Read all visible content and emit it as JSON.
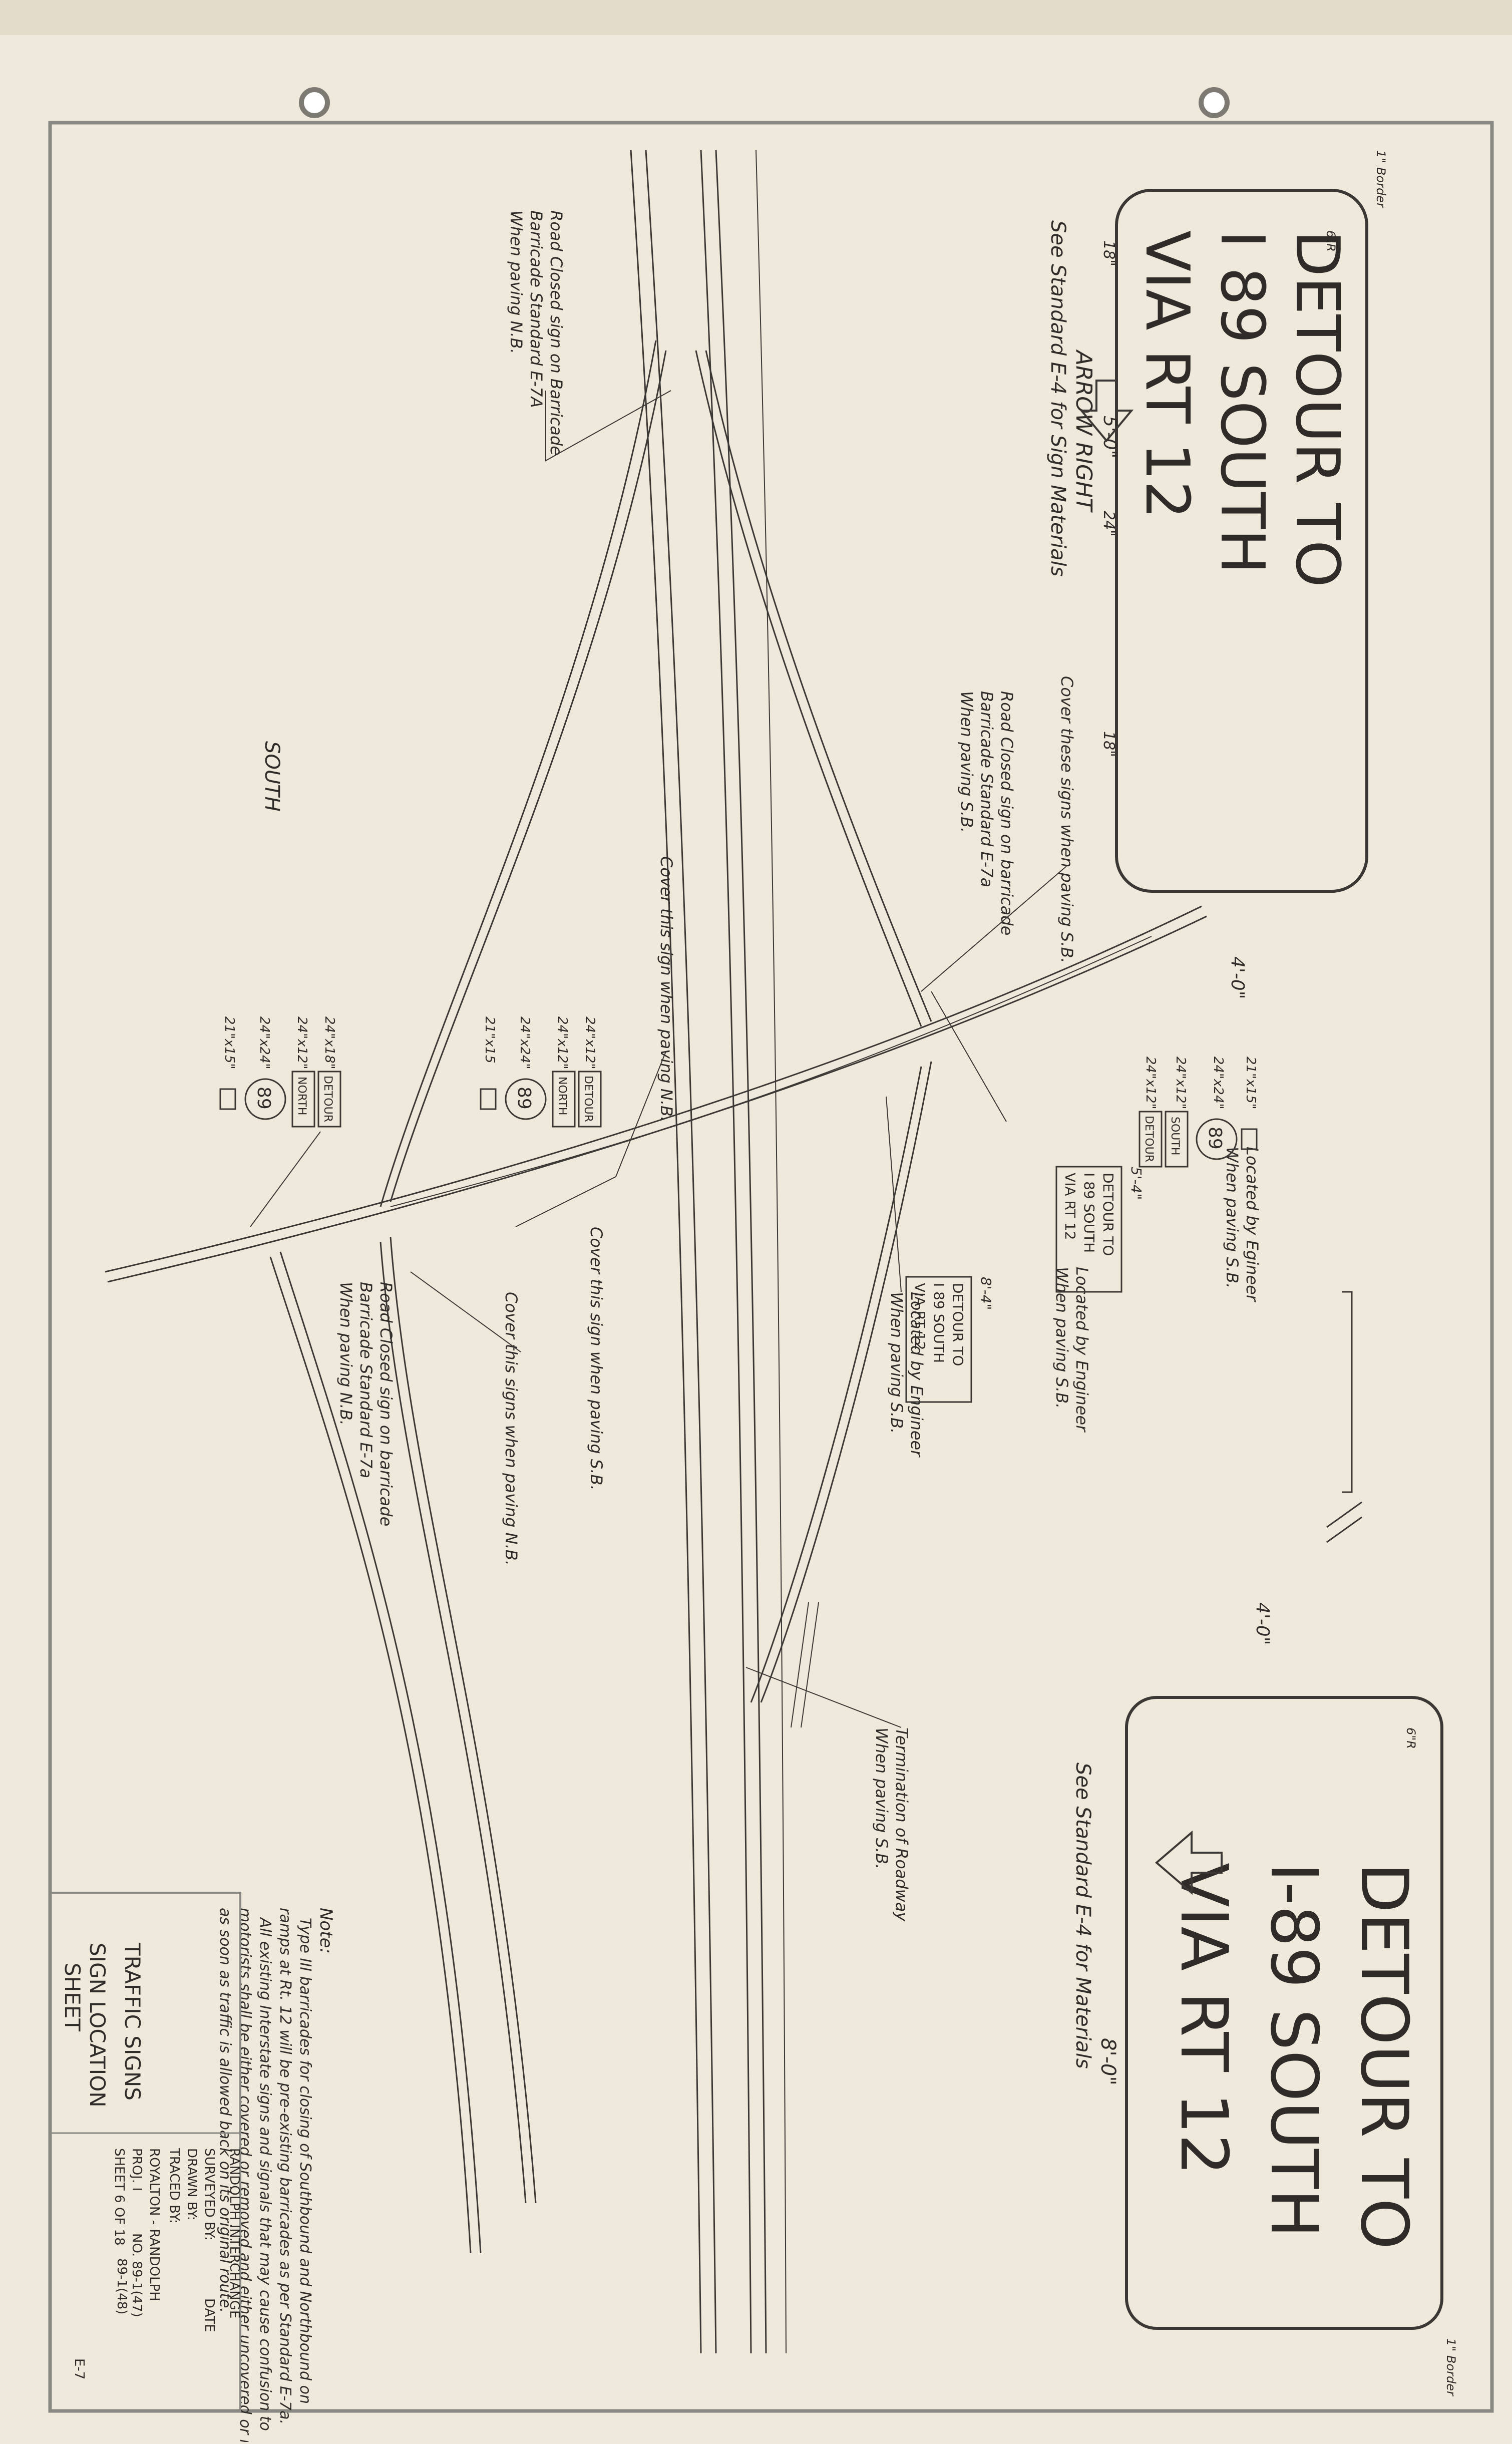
{
  "sign_top": {
    "lines": [
      "DETOUR TO",
      "I 89 SOUTH",
      "VIA RT 12"
    ],
    "caption": "ARROW RIGHT",
    "materials": "See Standard E-4 for Sign Materials",
    "width": "5'-0\"",
    "height": "4'-0\"",
    "dim_18a": "18\"",
    "dim_24": "24\"",
    "dim_18b": "18\"",
    "border": "1\" Border",
    "corner": "6\"R"
  },
  "sign_bottom": {
    "lines": [
      "DETOUR TO",
      "I-89 SOUTH",
      "VIA RT 12"
    ],
    "materials": "See Standard E-4 for Materials",
    "width": "8'-0\"",
    "height": "4'-0\"",
    "border": "1\" Border",
    "corner": "6\"R"
  },
  "notes": {
    "road_closed_nb_top": [
      "Road Closed sign on Barricade",
      "Barricade Standard E-7A",
      "When paving N.B."
    ],
    "road_closed_sb": [
      "Road Closed sign on barricade",
      "Barricade Standard E-7a",
      "When paving S.B."
    ],
    "cover_sb_top": "Cover these signs when paving S.B.",
    "cover_nb_mid": "Cover this sign when paving N.B.",
    "cover_sb_mid": "Cover this sign when paving S.B.",
    "cover_nb_low": "Cover this signs when paving N.B.",
    "road_closed_nb_low": [
      "Road Closed sign on barricade",
      "Barricade Standard E-7a",
      "When paving N.B."
    ],
    "located_engineer_1": [
      "Located by Egineer",
      "When paving S.B."
    ],
    "located_engineer_2": [
      "Located by Engineer",
      "When paving S.B."
    ],
    "located_engineer_3": [
      "Located by Engineer",
      "When paving S.B."
    ],
    "termination": [
      "Termination of Roadway",
      "When paving S.B."
    ],
    "pencil_south": "SOUTH"
  },
  "assemblies": {
    "right": {
      "sizes": [
        "24\"x24\"",
        "24\"x12\"",
        "24\"x12\"",
        "21\"x15\""
      ],
      "detour": "DETOUR",
      "dir": "SOUTH",
      "route": "89"
    },
    "center": {
      "sizes": [
        "24\"x12\"",
        "24\"x12\"",
        "24\"x24\"",
        "21\"x15"
      ],
      "detour": "DETOUR",
      "dir": "NORTH",
      "route": "89"
    },
    "left": {
      "sizes": [
        "24\"x18\"",
        "24\"x12\"",
        "24\"x24\"",
        "21\"x15\""
      ],
      "detour": "DETOUR",
      "dir": "NORTH",
      "route": "89"
    }
  },
  "small_signs": {
    "s54": {
      "size": "5'-4\"",
      "lines": [
        "DETOUR TO",
        "I 89 SOUTH",
        "VIA RT 12"
      ]
    },
    "s84": {
      "size": "8'-4\"",
      "lines": [
        "DETOUR TO",
        "I 89 SOUTH",
        "VIA RT 12"
      ]
    }
  },
  "general_note": {
    "title": "Note:",
    "lines": [
      "Type III barricades for closing of Southbound and Northbound on",
      "ramps at Rt. 12 will be pre-existing barricades as per Standard E-7a.",
      "All existing Interstate signs and signals that may cause confusion to",
      "motorists shall be either covered or removed and either uncovered or replaced",
      "as soon as traffic is allowed back on its original route."
    ]
  },
  "title_block": {
    "title": [
      "TRAFFIC SIGNS",
      "SIGN LOCATION",
      "SHEET"
    ],
    "interchange": "RANDOLPH INTERCHANGE",
    "surveyed": "SURVEYED BY:",
    "drawn": "DRAWN BY:",
    "traced": "TRACED BY:",
    "date": "DATE",
    "town": "ROYALTON - RANDOLPH",
    "proj": "PROJ. I",
    "proj_no": "NO. 89-1(47)",
    "proj_no2": "89-1(48)",
    "sheet": "SHEET 6 OF 18",
    "page": "E-7"
  }
}
